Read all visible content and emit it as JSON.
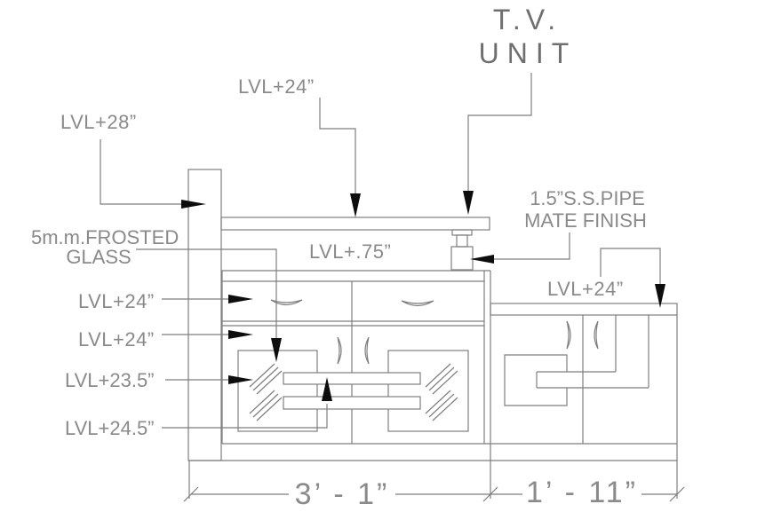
{
  "drawing": {
    "title_line1": "T.V.",
    "title_line2": "UNIT",
    "labels": {
      "lvl_28": "LVL+28”",
      "lvl_24_top": "LVL+24”",
      "ss_pipe_line1": "1.5”S.S.PIPE",
      "ss_pipe_line2": "MATE FINISH",
      "frosted_line1": "5m.m.FROSTED",
      "frosted_line2": "GLASS",
      "lvl_075": "LVL+.75”",
      "lvl_24_right": "LVL+24”",
      "lvl_24_drawer": "LVL+24”",
      "lvl_24_door": "LVL+24”",
      "lvl_23_5": "LVL+23.5”",
      "lvl_24_5": "LVL+24.5”"
    },
    "dimensions": {
      "left_span": "3’ - 1”",
      "right_span": "1’ - 11”"
    },
    "colors": {
      "background": "#ffffff",
      "line": "#7e7e7e",
      "arrow": "#0d0d0d",
      "text": "#8a8a8a",
      "title": "#6f6f6f"
    }
  }
}
